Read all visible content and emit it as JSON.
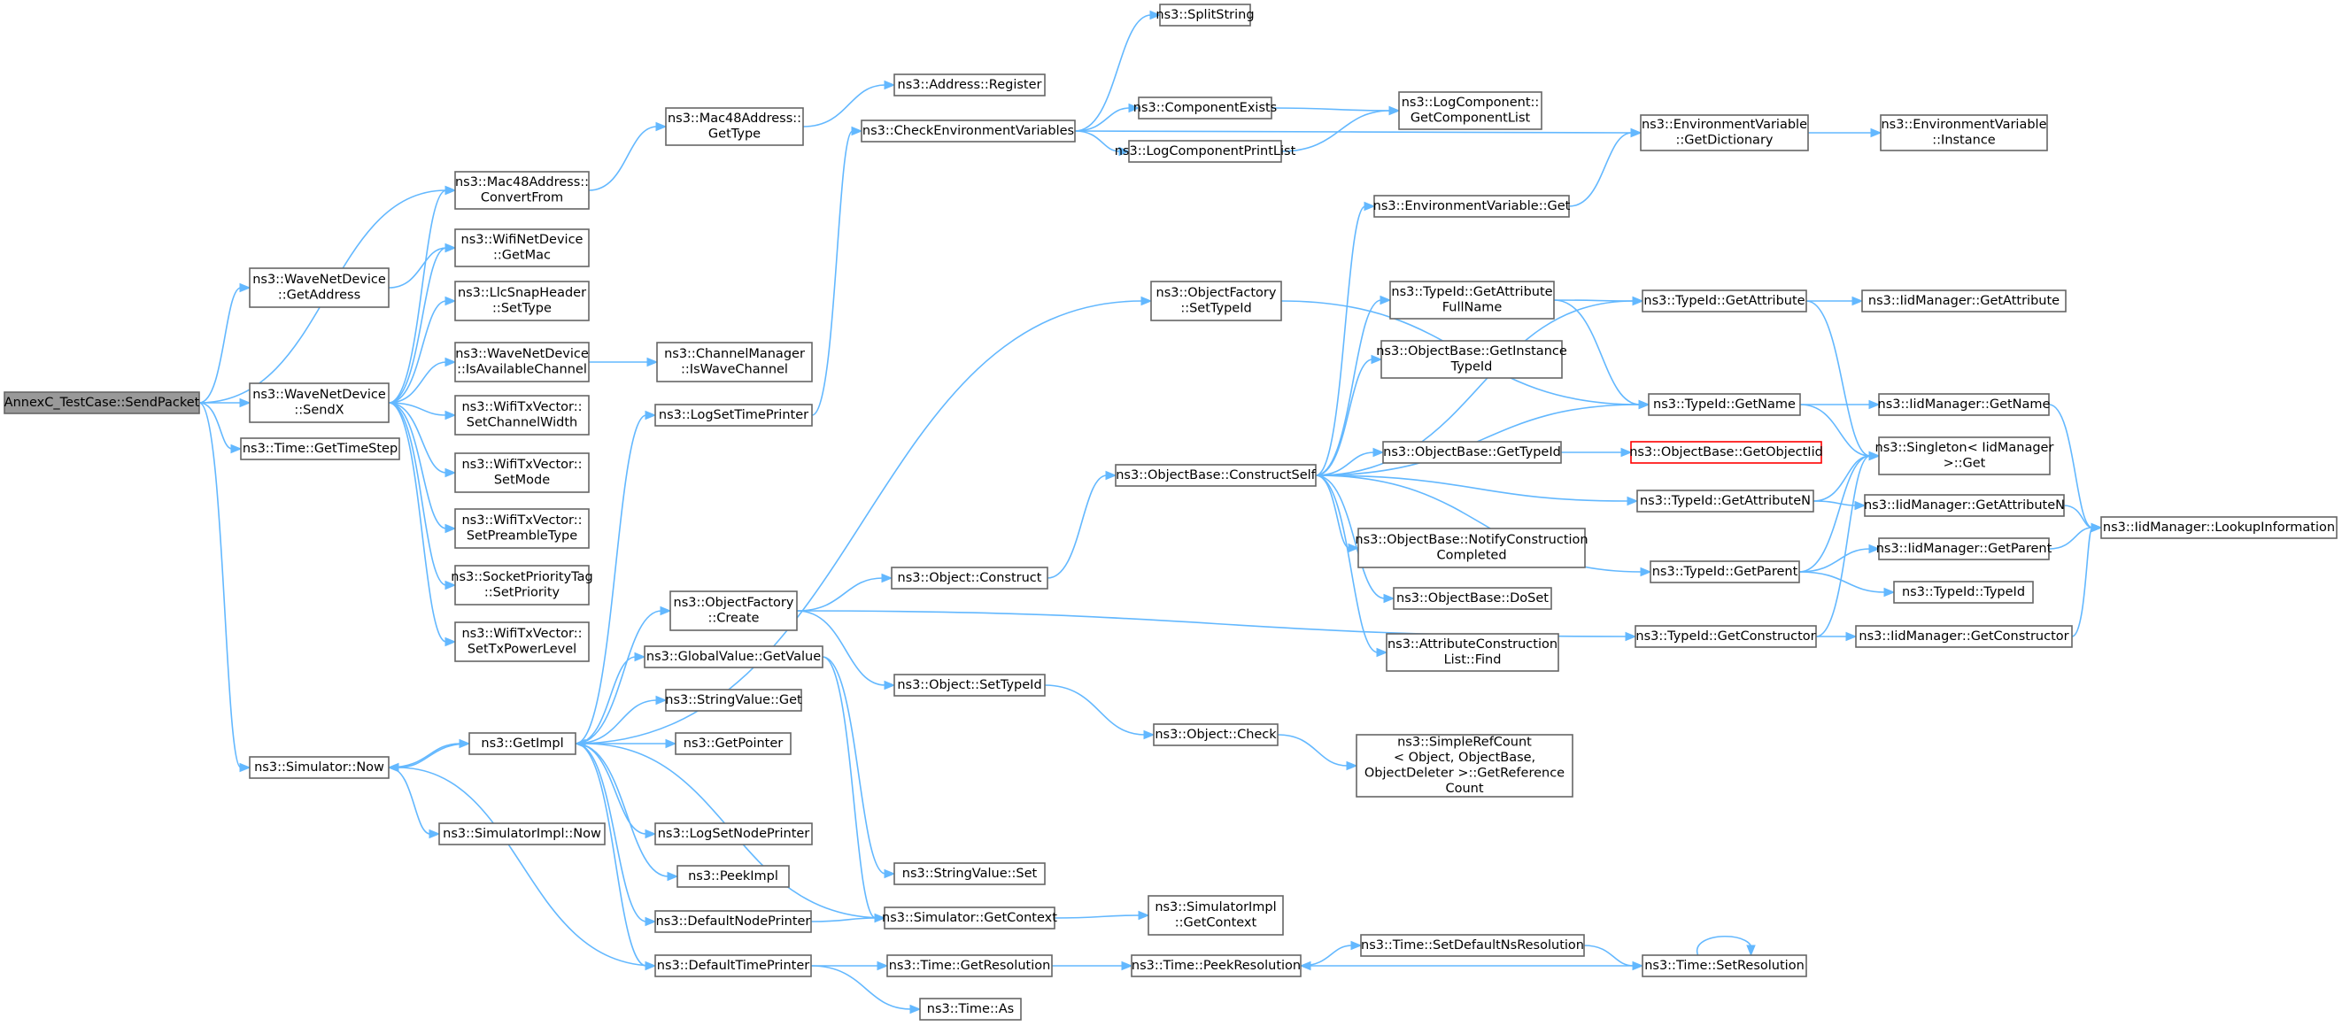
{
  "nodes": [
    {
      "id": "root",
      "lines": [
        "AnnexC_TestCase::SendPacket"
      ],
      "style": "root"
    },
    {
      "id": "wnd_getaddr",
      "lines": [
        "ns3::WaveNetDevice",
        "::GetAddress"
      ]
    },
    {
      "id": "wnd_sendx",
      "lines": [
        "ns3::WaveNetDevice",
        "::SendX"
      ]
    },
    {
      "id": "time_getstep",
      "lines": [
        "ns3::Time::GetTimeStep"
      ]
    },
    {
      "id": "sim_now",
      "lines": [
        "ns3::Simulator::Now"
      ]
    },
    {
      "id": "mac_convert",
      "lines": [
        "ns3::Mac48Address::",
        "ConvertFrom"
      ]
    },
    {
      "id": "wifi_getmac",
      "lines": [
        "ns3::WifiNetDevice",
        "::GetMac"
      ]
    },
    {
      "id": "llc_settype",
      "lines": [
        "ns3::LlcSnapHeader",
        "::SetType"
      ]
    },
    {
      "id": "wnd_isavail",
      "lines": [
        "ns3::WaveNetDevice",
        "::IsAvailableChannel"
      ]
    },
    {
      "id": "txv_chw",
      "lines": [
        "ns3::WifiTxVector::",
        "SetChannelWidth"
      ]
    },
    {
      "id": "txv_mode",
      "lines": [
        "ns3::WifiTxVector::",
        "SetMode"
      ]
    },
    {
      "id": "txv_pre",
      "lines": [
        "ns3::WifiTxVector::",
        "SetPreambleType"
      ]
    },
    {
      "id": "spt_setprio",
      "lines": [
        "ns3::SocketPriorityTag",
        "::SetPriority"
      ]
    },
    {
      "id": "txv_pow",
      "lines": [
        "ns3::WifiTxVector::",
        "SetTxPowerLevel"
      ]
    },
    {
      "id": "simimpl_now",
      "lines": [
        "ns3::SimulatorImpl::Now"
      ]
    },
    {
      "id": "getimpl",
      "lines": [
        "ns3::GetImpl"
      ]
    },
    {
      "id": "mac_gettype",
      "lines": [
        "ns3::Mac48Address::",
        "GetType"
      ]
    },
    {
      "id": "chm_iswave",
      "lines": [
        "ns3::ChannelManager",
        "::IsWaveChannel"
      ]
    },
    {
      "id": "logsettime",
      "lines": [
        "ns3::LogSetTimePrinter"
      ]
    },
    {
      "id": "objf_create",
      "lines": [
        "ns3::ObjectFactory",
        "::Create"
      ]
    },
    {
      "id": "gv_getvalue",
      "lines": [
        "ns3::GlobalValue::GetValue"
      ]
    },
    {
      "id": "sv_get",
      "lines": [
        "ns3::StringValue::Get"
      ]
    },
    {
      "id": "getpointer",
      "lines": [
        "ns3::GetPointer"
      ]
    },
    {
      "id": "logsetnode",
      "lines": [
        "ns3::LogSetNodePrinter"
      ]
    },
    {
      "id": "peekimpl",
      "lines": [
        "ns3::PeekImpl"
      ]
    },
    {
      "id": "defnodeprinter",
      "lines": [
        "ns3::DefaultNodePrinter"
      ]
    },
    {
      "id": "deftimeprinter",
      "lines": [
        "ns3::DefaultTimePrinter"
      ]
    },
    {
      "id": "addr_register",
      "lines": [
        "ns3::Address::Register"
      ]
    },
    {
      "id": "checkenv",
      "lines": [
        "ns3::CheckEnvironmentVariables"
      ]
    },
    {
      "id": "obj_construct",
      "lines": [
        "ns3::Object::Construct"
      ]
    },
    {
      "id": "obj_settypeid",
      "lines": [
        "ns3::Object::SetTypeId"
      ]
    },
    {
      "id": "sv_set",
      "lines": [
        "ns3::StringValue::Set"
      ]
    },
    {
      "id": "sim_getctx",
      "lines": [
        "ns3::Simulator::GetContext"
      ]
    },
    {
      "id": "time_getres",
      "lines": [
        "ns3::Time::GetResolution"
      ]
    },
    {
      "id": "time_as",
      "lines": [
        "ns3::Time::As"
      ]
    },
    {
      "id": "splitstring",
      "lines": [
        "ns3::SplitString"
      ]
    },
    {
      "id": "compexists",
      "lines": [
        "ns3::ComponentExists"
      ]
    },
    {
      "id": "logcompprint",
      "lines": [
        "ns3::LogComponentPrintList"
      ]
    },
    {
      "id": "objf_settypeid",
      "lines": [
        "ns3::ObjectFactory",
        "::SetTypeId"
      ]
    },
    {
      "id": "ob_constructself",
      "lines": [
        "ns3::ObjectBase::ConstructSelf"
      ]
    },
    {
      "id": "obj_check",
      "lines": [
        "ns3::Object::Check"
      ]
    },
    {
      "id": "simimpl_getctx",
      "lines": [
        "ns3::SimulatorImpl",
        "::GetContext"
      ]
    },
    {
      "id": "time_peekres",
      "lines": [
        "ns3::Time::PeekResolution"
      ]
    },
    {
      "id": "logcomp_getlist",
      "lines": [
        "ns3::LogComponent::",
        "GetComponentList"
      ]
    },
    {
      "id": "envvar_get",
      "lines": [
        "ns3::EnvironmentVariable::Get"
      ]
    },
    {
      "id": "tid_getattrfull",
      "lines": [
        "ns3::TypeId::GetAttribute",
        "FullName"
      ]
    },
    {
      "id": "ob_getinst",
      "lines": [
        "ns3::ObjectBase::GetInstance",
        "TypeId"
      ]
    },
    {
      "id": "ob_gettypeid",
      "lines": [
        "ns3::ObjectBase::GetTypeId"
      ]
    },
    {
      "id": "ob_notify",
      "lines": [
        "ns3::ObjectBase::NotifyConstruction",
        "Completed"
      ]
    },
    {
      "id": "ob_doset",
      "lines": [
        "ns3::ObjectBase::DoSet"
      ]
    },
    {
      "id": "attr_find",
      "lines": [
        "ns3::AttributeConstruction",
        "List::Find"
      ]
    },
    {
      "id": "srefcount",
      "lines": [
        "ns3::SimpleRefCount",
        "< Object, ObjectBase,",
        "ObjectDeleter >::GetReference",
        "Count"
      ]
    },
    {
      "id": "time_setdefns",
      "lines": [
        "ns3::Time::SetDefaultNsResolution"
      ]
    },
    {
      "id": "ob_getobjectiid",
      "lines": [
        "ns3::ObjectBase::GetObjectIid"
      ],
      "style": "warn"
    },
    {
      "id": "envvar_getdict",
      "lines": [
        "ns3::EnvironmentVariable",
        "::GetDictionary"
      ]
    },
    {
      "id": "tid_getattr",
      "lines": [
        "ns3::TypeId::GetAttribute"
      ]
    },
    {
      "id": "tid_getname",
      "lines": [
        "ns3::TypeId::GetName"
      ]
    },
    {
      "id": "tid_getattrn",
      "lines": [
        "ns3::TypeId::GetAttributeN"
      ]
    },
    {
      "id": "tid_getparent",
      "lines": [
        "ns3::TypeId::GetParent"
      ]
    },
    {
      "id": "tid_getctor",
      "lines": [
        "ns3::TypeId::GetConstructor"
      ]
    },
    {
      "id": "time_setres",
      "lines": [
        "ns3::Time::SetResolution"
      ]
    },
    {
      "id": "envvar_inst",
      "lines": [
        "ns3::EnvironmentVariable",
        "::Instance"
      ]
    },
    {
      "id": "iid_getattr",
      "lines": [
        "ns3::IidManager::GetAttribute"
      ]
    },
    {
      "id": "iid_getname",
      "lines": [
        "ns3::IidManager::GetName"
      ]
    },
    {
      "id": "singleton_get",
      "lines": [
        "ns3::Singleton< IidManager",
        " >::Get"
      ]
    },
    {
      "id": "iid_getattrn",
      "lines": [
        "ns3::IidManager::GetAttributeN"
      ]
    },
    {
      "id": "iid_getparent",
      "lines": [
        "ns3::IidManager::GetParent"
      ]
    },
    {
      "id": "tid_typeid",
      "lines": [
        "ns3::TypeId::TypeId"
      ]
    },
    {
      "id": "iid_getctor",
      "lines": [
        "ns3::IidManager::GetConstructor"
      ]
    },
    {
      "id": "iid_lookup",
      "lines": [
        "ns3::IidManager::LookupInformation"
      ]
    }
  ],
  "edges": [
    [
      "root",
      "wnd_getaddr"
    ],
    [
      "root",
      "wnd_sendx"
    ],
    [
      "root",
      "time_getstep"
    ],
    [
      "root",
      "sim_now"
    ],
    [
      "root",
      "mac_convert"
    ],
    [
      "wnd_getaddr",
      "wifi_getmac"
    ],
    [
      "wnd_sendx",
      "mac_convert"
    ],
    [
      "wnd_sendx",
      "wifi_getmac"
    ],
    [
      "wnd_sendx",
      "llc_settype"
    ],
    [
      "wnd_sendx",
      "wnd_isavail"
    ],
    [
      "wnd_sendx",
      "txv_chw"
    ],
    [
      "wnd_sendx",
      "txv_mode"
    ],
    [
      "wnd_sendx",
      "txv_pre"
    ],
    [
      "wnd_sendx",
      "spt_setprio"
    ],
    [
      "wnd_sendx",
      "txv_pow"
    ],
    [
      "sim_now",
      "getimpl"
    ],
    [
      "sim_now",
      "simimpl_now"
    ],
    [
      "mac_convert",
      "mac_gettype"
    ],
    [
      "wnd_isavail",
      "chm_iswave"
    ],
    [
      "mac_gettype",
      "addr_register"
    ],
    [
      "getimpl",
      "sim_now"
    ],
    [
      "getimpl",
      "logsettime"
    ],
    [
      "getimpl",
      "objf_settypeid"
    ],
    [
      "getimpl",
      "objf_create"
    ],
    [
      "getimpl",
      "gv_getvalue"
    ],
    [
      "getimpl",
      "sv_get"
    ],
    [
      "getimpl",
      "getpointer"
    ],
    [
      "getimpl",
      "logsetnode"
    ],
    [
      "getimpl",
      "peekimpl"
    ],
    [
      "getimpl",
      "defnodeprinter"
    ],
    [
      "getimpl",
      "deftimeprinter"
    ],
    [
      "logsettime",
      "checkenv"
    ],
    [
      "objf_create",
      "obj_construct"
    ],
    [
      "objf_create",
      "obj_settypeid"
    ],
    [
      "objf_create",
      "tid_getctor"
    ],
    [
      "gv_getvalue",
      "sv_set"
    ],
    [
      "gv_getvalue",
      "sim_getctx"
    ],
    [
      "defnodeprinter",
      "sim_getctx"
    ],
    [
      "deftimeprinter",
      "sim_now"
    ],
    [
      "deftimeprinter",
      "time_getres"
    ],
    [
      "deftimeprinter",
      "time_as"
    ],
    [
      "checkenv",
      "splitstring"
    ],
    [
      "checkenv",
      "compexists"
    ],
    [
      "checkenv",
      "logcompprint"
    ],
    [
      "checkenv",
      "envvar_getdict"
    ],
    [
      "compexists",
      "logcomp_getlist"
    ],
    [
      "logcompprint",
      "logcomp_getlist"
    ],
    [
      "objf_settypeid",
      "tid_getname"
    ],
    [
      "obj_construct",
      "ob_constructself"
    ],
    [
      "obj_settypeid",
      "obj_check"
    ],
    [
      "obj_check",
      "srefcount"
    ],
    [
      "sim_getctx",
      "getimpl"
    ],
    [
      "sim_getctx",
      "simimpl_getctx"
    ],
    [
      "time_getres",
      "time_peekres"
    ],
    [
      "time_peekres",
      "time_setdefns"
    ],
    [
      "ob_constructself",
      "envvar_get"
    ],
    [
      "ob_constructself",
      "tid_getattr"
    ],
    [
      "ob_constructself",
      "tid_getattrfull"
    ],
    [
      "ob_constructself",
      "ob_getinst"
    ],
    [
      "ob_constructself",
      "tid_getname"
    ],
    [
      "ob_constructself",
      "ob_gettypeid"
    ],
    [
      "ob_constructself",
      "tid_getattrn"
    ],
    [
      "ob_constructself",
      "ob_notify"
    ],
    [
      "ob_constructself",
      "ob_doset"
    ],
    [
      "ob_constructself",
      "attr_find"
    ],
    [
      "ob_constructself",
      "tid_getparent"
    ],
    [
      "envvar_get",
      "envvar_getdict"
    ],
    [
      "tid_getattrfull",
      "tid_getattr"
    ],
    [
      "tid_getattrfull",
      "tid_getname"
    ],
    [
      "ob_gettypeid",
      "ob_getobjectiid"
    ],
    [
      "time_setdefns",
      "time_setres"
    ],
    [
      "envvar_getdict",
      "envvar_inst"
    ],
    [
      "tid_getattr",
      "iid_getattr"
    ],
    [
      "tid_getattr",
      "singleton_get"
    ],
    [
      "tid_getname",
      "iid_getname"
    ],
    [
      "tid_getname",
      "singleton_get"
    ],
    [
      "tid_getattrn",
      "singleton_get"
    ],
    [
      "tid_getattrn",
      "iid_getattrn"
    ],
    [
      "tid_getparent",
      "singleton_get"
    ],
    [
      "tid_getparent",
      "iid_getparent"
    ],
    [
      "tid_getparent",
      "tid_typeid"
    ],
    [
      "tid_getctor",
      "singleton_get"
    ],
    [
      "tid_getctor",
      "iid_getctor"
    ],
    [
      "time_setres",
      "time_setres"
    ],
    [
      "time_setres",
      "time_peekres"
    ],
    [
      "iid_getname",
      "iid_lookup"
    ],
    [
      "iid_getattrn",
      "iid_lookup"
    ],
    [
      "iid_getparent",
      "iid_lookup"
    ],
    [
      "iid_getctor",
      "iid_lookup"
    ]
  ]
}
